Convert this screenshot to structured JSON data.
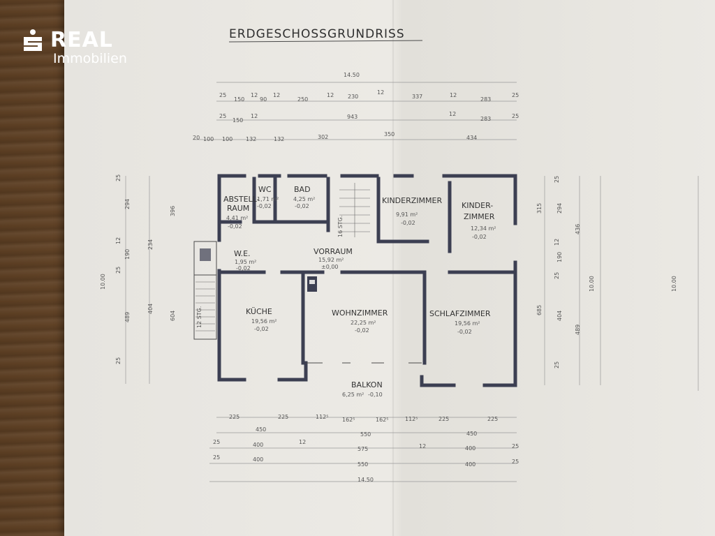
{
  "logo": {
    "brand": "REAL",
    "sub": "Immobilien"
  },
  "plan": {
    "title": "ERDGESCHOSSGRUNDRISS",
    "overall_width_top": "14.50",
    "overall_width_bottom": "14.50",
    "overall_depth": "10.00",
    "rooms": [
      {
        "name": "ABSTELL-",
        "name2": "RAUM",
        "area": "4,41 m²",
        "level": "-0,02"
      },
      {
        "name": "WC",
        "area": "1,71 m²",
        "level": "-0,02"
      },
      {
        "name": "BAD",
        "area": "4,25 m²",
        "level": "-0,02"
      },
      {
        "name": "KINDERZIMMER",
        "area": "9,91 m²",
        "level": "-0,02"
      },
      {
        "name": "KINDER-",
        "name2": "ZIMMER",
        "area": "12,34 m²",
        "level": "-0,02"
      },
      {
        "name": "W.E.",
        "area": "1,95 m²",
        "level": "-0,02"
      },
      {
        "name": "VORRAUM",
        "area": "15,92 m²",
        "level": "±0,00"
      },
      {
        "name": "KÜCHE",
        "area": "19,56 m²",
        "level": "-0,02"
      },
      {
        "name": "WOHNZIMMER",
        "area": "22,25 m²",
        "level": "-0,02"
      },
      {
        "name": "SCHLAFZIMMER",
        "area": "19,56 m²",
        "level": "-0,02"
      },
      {
        "name": "BALKON",
        "area": "6,25 m²",
        "level": "-0,10"
      }
    ],
    "stairs": [
      "16 STG.",
      "12 STG."
    ],
    "dims_top_row1": [
      "25",
      "150",
      "12",
      "90",
      "12",
      "250",
      "12",
      "230",
      "12",
      "337",
      "12",
      "283",
      "25"
    ],
    "dims_top_row2": [
      "25",
      "150",
      "12",
      "943",
      "12",
      "283",
      "25"
    ],
    "dims_top_row3": [
      "20",
      "100",
      "100",
      "132",
      "132",
      "302",
      "350",
      "434"
    ],
    "dims_bottom_row1": [
      "225",
      "225",
      "112⁵",
      "162⁵",
      "162⁵",
      "112⁵",
      "225",
      "225"
    ],
    "dims_bottom_row2": [
      "450",
      "550",
      "450"
    ],
    "dims_bottom_row3": [
      "25",
      "400",
      "12",
      "575",
      "12",
      "400",
      "25"
    ],
    "dims_bottom_row4": [
      "25",
      "400",
      "550",
      "400",
      "25"
    ],
    "dims_left": [
      "25",
      "294",
      "12",
      "190",
      "25",
      "489",
      "25"
    ],
    "dims_left2": [
      "396",
      "234",
      "404",
      "604"
    ],
    "dims_right": [
      "25",
      "294",
      "12",
      "190",
      "25",
      "404",
      "25"
    ],
    "dims_right2": [
      "315",
      "685",
      "436",
      "489"
    ]
  }
}
